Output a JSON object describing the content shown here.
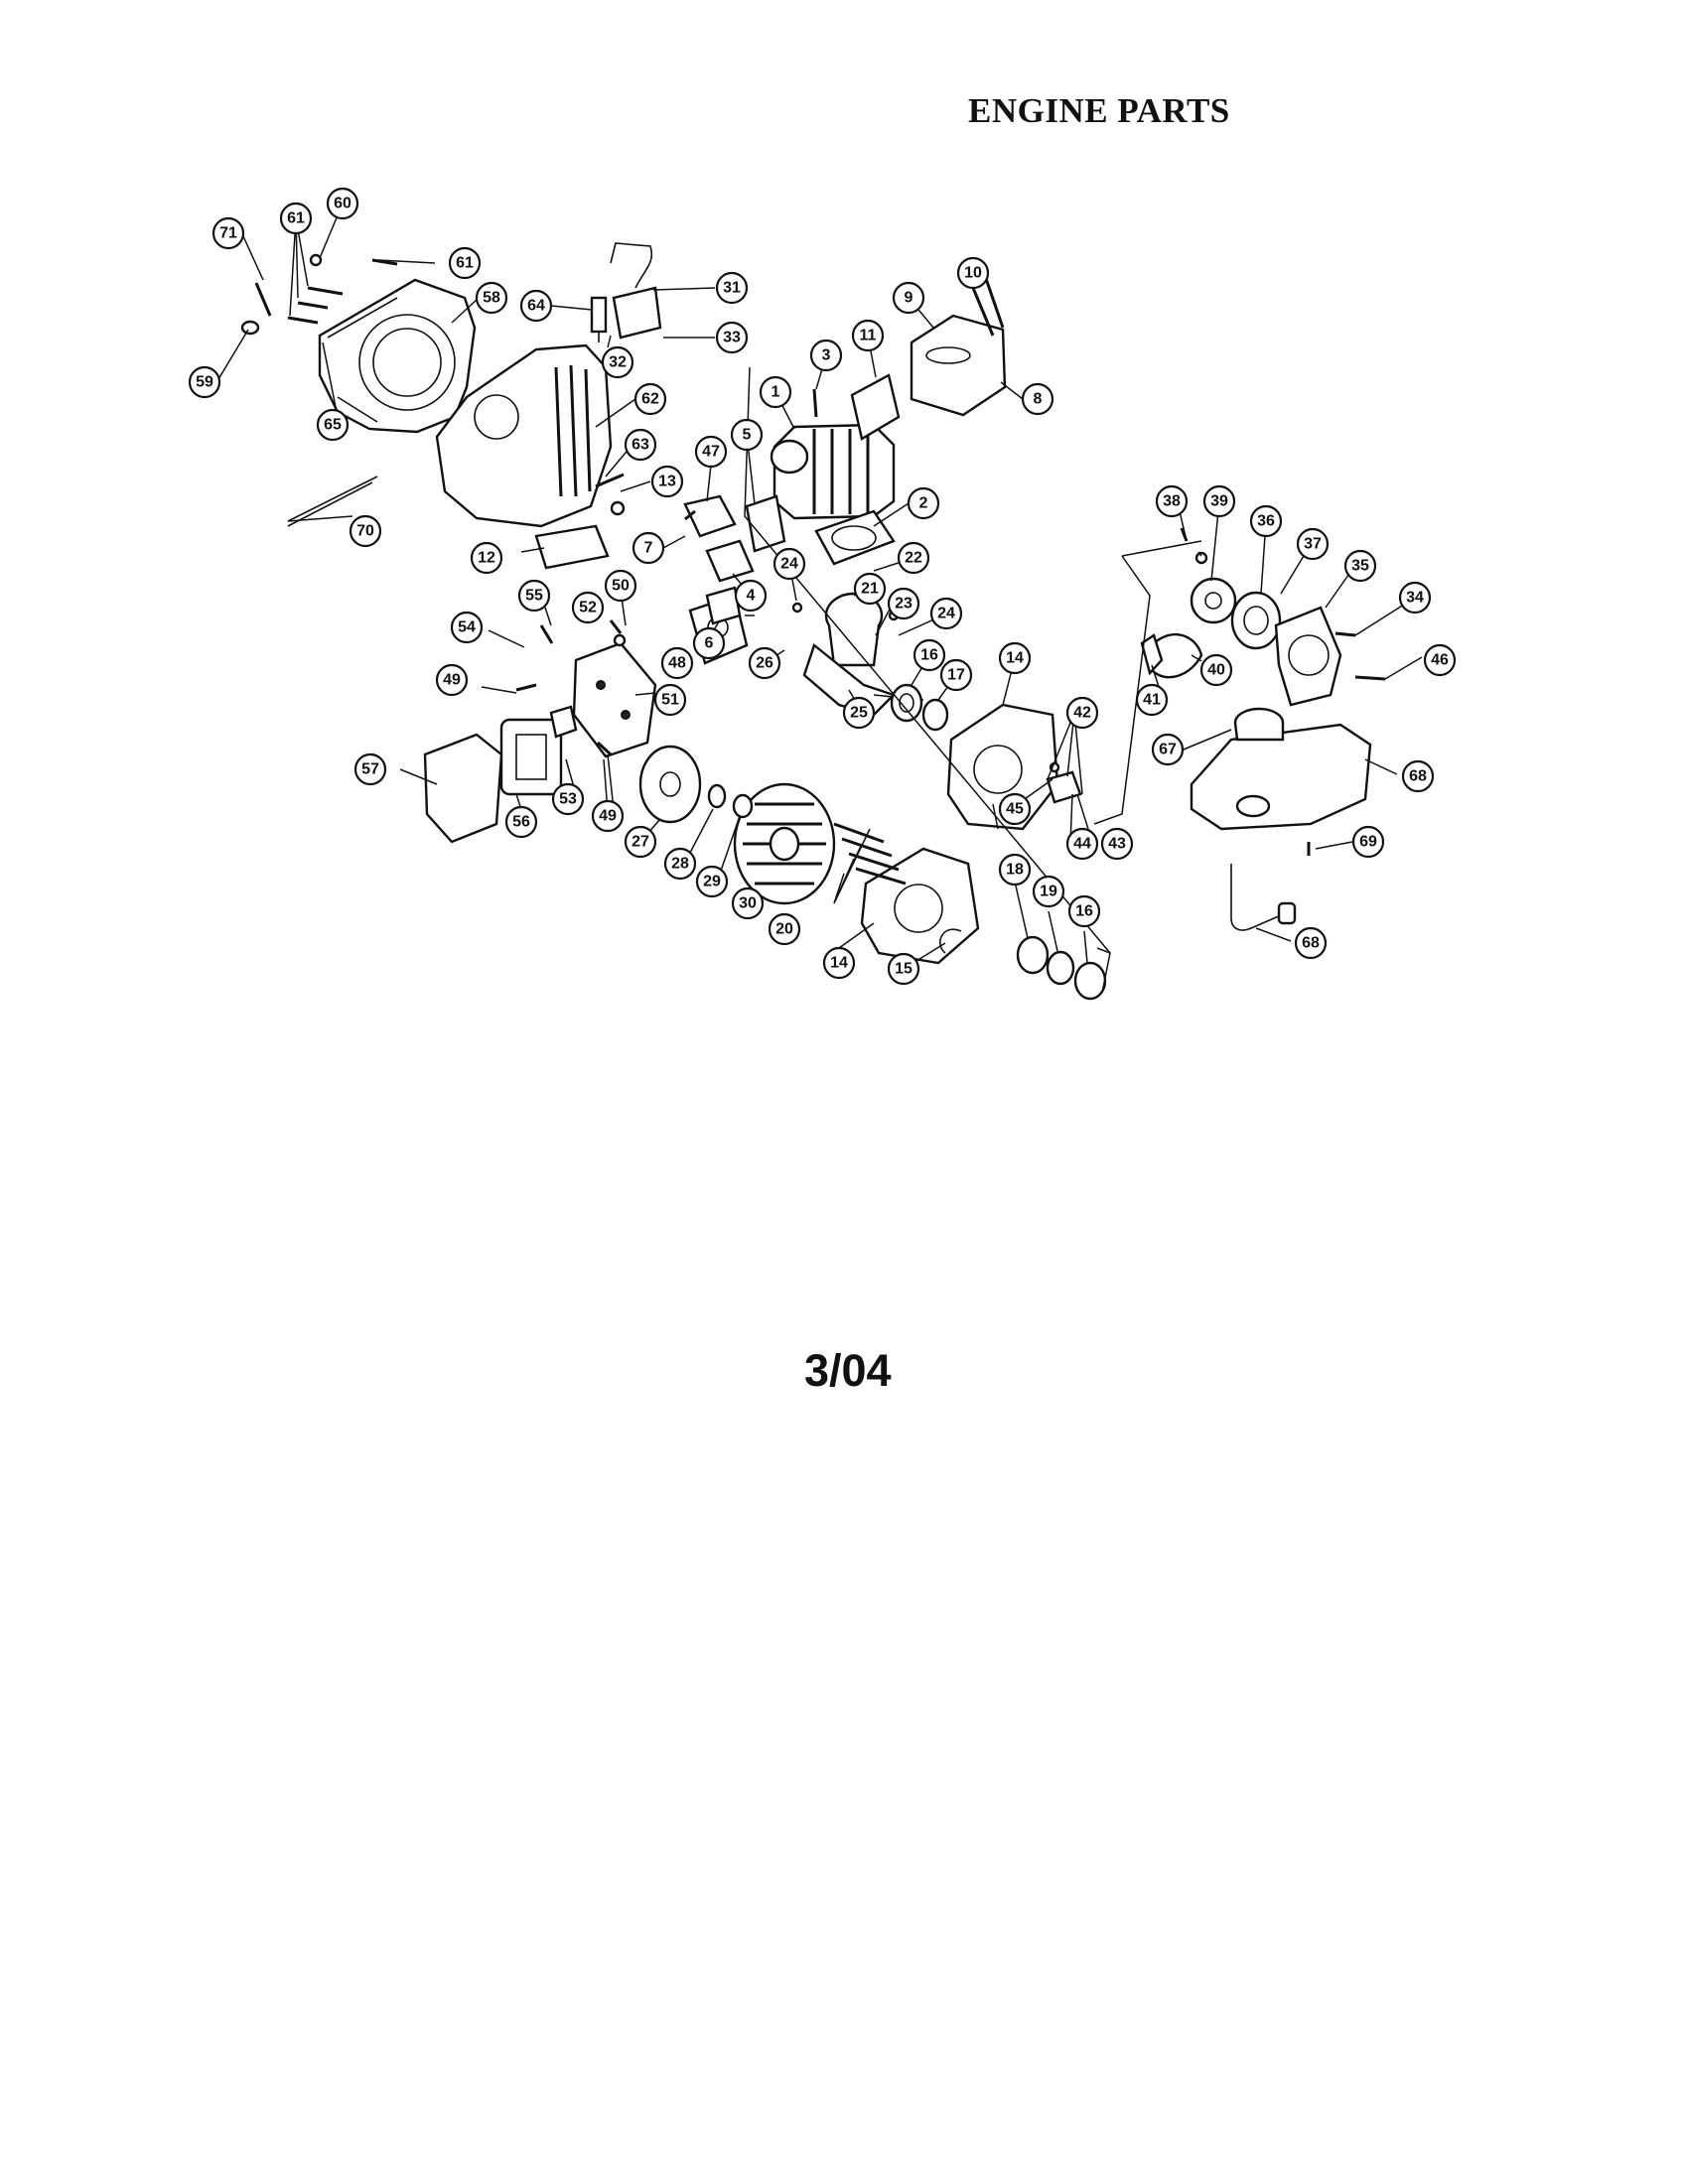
{
  "title": "ENGINE PARTS",
  "date": "3/04",
  "callouts": [
    "1",
    "2",
    "3",
    "4",
    "5",
    "6",
    "7",
    "8",
    "9",
    "10",
    "11",
    "12",
    "13",
    "14",
    "14",
    "15",
    "16",
    "16",
    "17",
    "18",
    "19",
    "20",
    "21",
    "22",
    "23",
    "24",
    "24",
    "25",
    "26",
    "27",
    "28",
    "29",
    "30",
    "31",
    "32",
    "33",
    "34",
    "35",
    "36",
    "37",
    "38",
    "39",
    "40",
    "41",
    "42",
    "43",
    "44",
    "45",
    "46",
    "47",
    "48",
    "49",
    "49",
    "50",
    "51",
    "52",
    "53",
    "54",
    "55",
    "56",
    "57",
    "58",
    "59",
    "60",
    "61",
    "61",
    "62",
    "63",
    "64",
    "65",
    "67",
    "68",
    "68",
    "69",
    "70",
    "71"
  ]
}
